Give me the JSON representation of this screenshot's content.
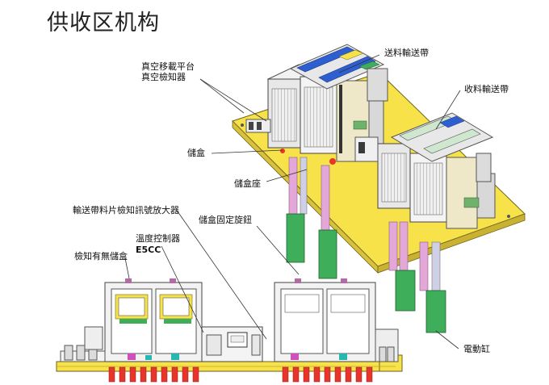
{
  "title": "供收区机构",
  "labels": {
    "platform_line1": "真空移載平台",
    "platform_line2": "真空檢知器",
    "feed_belt": "送料輸送帶",
    "collect_belt": "收料輸送帶",
    "storage_box": "儲盒",
    "box_seat": "儲盒座",
    "belt_sensor_amp": "輸送帶料片檢知訊號放大器",
    "box_clamp_knob": "儲盒固定旋鈕",
    "temp_controller": "溫度控制器",
    "temp_model": "E5CC",
    "box_presence_sensor": "檢知有無儲盒",
    "cylinder": "電動缸"
  },
  "colors": {
    "platform_yellow": "#f7e24a",
    "cylinder_green": "#3fae5a",
    "heater_red": "#e8352b",
    "belt_blue": "#2d5fd1",
    "rod_pink": "#e3a8d8",
    "frame_gray": "#dcdcdc"
  }
}
